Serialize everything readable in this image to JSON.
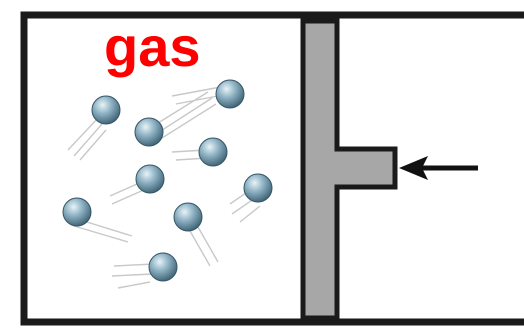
{
  "diagram": {
    "label": "gas",
    "colors": {
      "label": "#ff0000",
      "cylinder_wall": "#1a1a1a",
      "piston_fill": "#a7a7a7",
      "particle_light": "#d4e6ee",
      "particle_mid": "#7fa6b8",
      "particle_dark": "#3f6476",
      "arrow": "#111111"
    },
    "particle_count": 9,
    "force_arrow": "arrow-pointing-left"
  }
}
